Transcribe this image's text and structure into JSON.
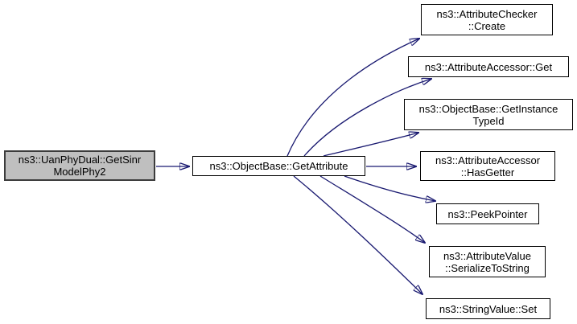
{
  "diagram": {
    "type": "call-graph",
    "background_color": "#ffffff",
    "edge_color": "#191970",
    "root_fill_color": "#bfbfbf",
    "root_border_color": "#3c3c3c",
    "node_fill_color": "#ffffff",
    "node_border_color": "#000000",
    "nodes": {
      "root": {
        "label": "ns3::UanPhyDual::GetSinr\nModelPhy2"
      },
      "hub": {
        "label": "ns3::ObjectBase::GetAttribute"
      },
      "callees": [
        {
          "label": "ns3::AttributeChecker\n::Create"
        },
        {
          "label": "ns3::AttributeAccessor::Get"
        },
        {
          "label": "ns3::ObjectBase::GetInstance\nTypeId"
        },
        {
          "label": "ns3::AttributeAccessor\n::HasGetter"
        },
        {
          "label": "ns3::PeekPointer"
        },
        {
          "label": "ns3::AttributeValue\n::SerializeToString"
        },
        {
          "label": "ns3::StringValue::Set"
        }
      ]
    },
    "edges": [
      {
        "from": "ns3::UanPhyDual::GetSinrModelPhy2",
        "to": "ns3::ObjectBase::GetAttribute"
      },
      {
        "from": "ns3::ObjectBase::GetAttribute",
        "to": "ns3::AttributeChecker::Create"
      },
      {
        "from": "ns3::ObjectBase::GetAttribute",
        "to": "ns3::AttributeAccessor::Get"
      },
      {
        "from": "ns3::ObjectBase::GetAttribute",
        "to": "ns3::ObjectBase::GetInstanceTypeId"
      },
      {
        "from": "ns3::ObjectBase::GetAttribute",
        "to": "ns3::AttributeAccessor::HasGetter"
      },
      {
        "from": "ns3::ObjectBase::GetAttribute",
        "to": "ns3::PeekPointer"
      },
      {
        "from": "ns3::ObjectBase::GetAttribute",
        "to": "ns3::AttributeValue::SerializeToString"
      },
      {
        "from": "ns3::ObjectBase::GetAttribute",
        "to": "ns3::StringValue::Set"
      }
    ]
  }
}
